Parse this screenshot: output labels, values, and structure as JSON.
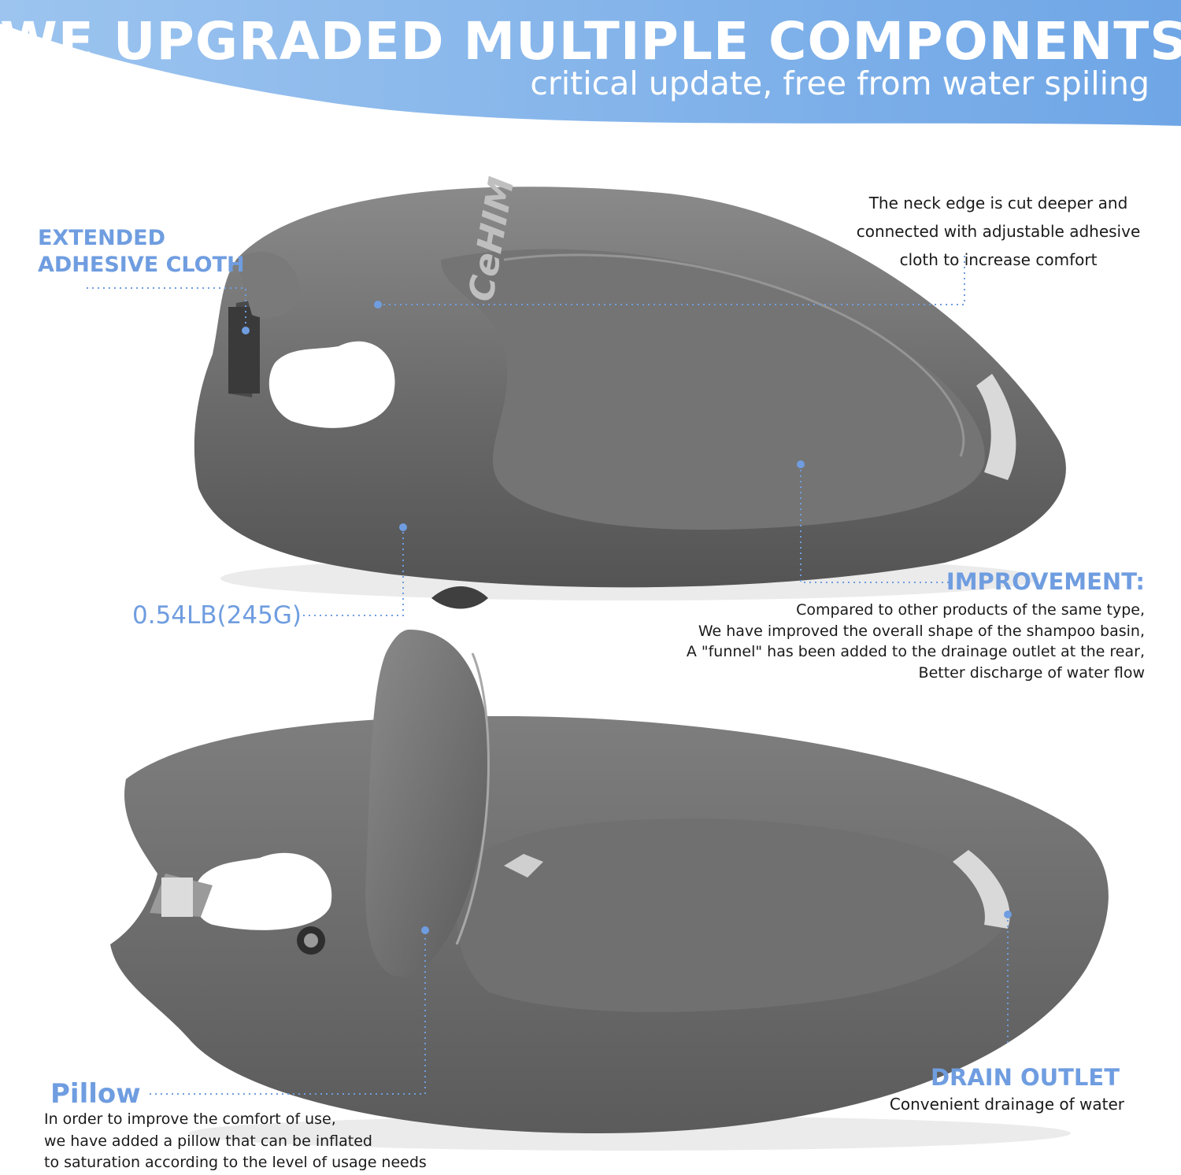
{
  "banner": {
    "headline": "WE UPGRADED MULTIPLE COMPONENTS",
    "subline": "critical update, free from water spiling",
    "color": "#79aee8"
  },
  "brand": {
    "logo_text": "CeHIM"
  },
  "callouts": {
    "adhesive": {
      "title_line1": "EXTENDED",
      "title_line2": "ADHESIVE CLOTH"
    },
    "neck": {
      "lines": [
        "The neck edge is cut deeper and",
        "connected with adjustable adhesive",
        "cloth to increase comfort"
      ]
    },
    "weight": {
      "text": "0.54LB(245G)"
    },
    "improvement": {
      "title": "IMPROVEMENT:",
      "lines": [
        "Compared to other products of the same type,",
        "We have improved the overall shape of the shampoo basin,",
        "A \"funnel\" has been added to the drainage outlet at the rear,",
        "Better discharge of water flow"
      ]
    },
    "pillow": {
      "title": "Pillow",
      "lines": [
        "In order to improve the comfort of use,",
        "we have added a pillow that can be inflated",
        "to saturation according to the level of usage needs"
      ]
    },
    "drain": {
      "title": "DRAIN OUTLET",
      "text": "Convenient drainage of water"
    }
  },
  "colors": {
    "accent_blue": "#6f9de0",
    "product_gray": "#6b6b6b"
  },
  "icons": [
    "valve-icon"
  ]
}
